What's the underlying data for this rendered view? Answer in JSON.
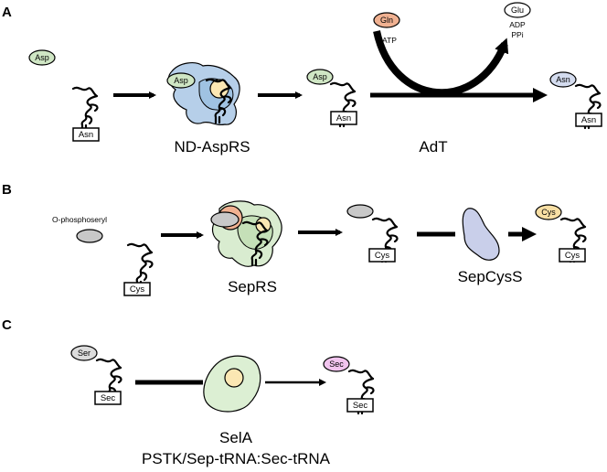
{
  "colors": {
    "asp_green": "#cfe6c4",
    "gln_orange": "#f0b191",
    "glu_white": "#ffffff",
    "asn_blue": "#d4dcef",
    "sep_gray": "#c8c8c8",
    "cys_yellow": "#f8dfa4",
    "ser_gray": "#dcdcdc",
    "sec_pink": "#f1c4ee",
    "ndasprs_blue": "#b6cfe9",
    "ndasprs_lightblue": "#9fc2e2",
    "sepRS_green": "#d9ecd0",
    "sepcyss_purple": "#c9cfea",
    "selA_green": "#dcefd3",
    "cofactor_yellow": "#fbe7b3"
  },
  "panelA": {
    "letter": "A",
    "free_aa": "Asp",
    "trna1_codon": "Asn",
    "enzyme_aa": "Asp",
    "enzyme_label": "ND-AspRS",
    "trna2_aa": "Asp",
    "trna2_codon": "Asn",
    "gln": "Gln",
    "atp": "ATP",
    "glu": "Glu",
    "adp": "ADP",
    "ppi": "PPi",
    "enzyme2_label": "AdT",
    "trna3_aa": "Asn",
    "trna3_codon": "Asn"
  },
  "panelB": {
    "letter": "B",
    "free_label": "O-phosphoseryl",
    "trna1_codon": "Cys",
    "enzyme_label": "SepRS",
    "trna2_codon": "Cys",
    "enzyme2_label": "SepCysS",
    "trna3_aa": "Cys",
    "trna3_codon": "Cys"
  },
  "panelC": {
    "letter": "C",
    "trna1_aa": "Ser",
    "trna1_codon": "Sec",
    "enzyme_label_line1": "SelA",
    "enzyme_label_line2": "PSTK/Sep-tRNA:Sec-tRNA",
    "trna2_aa": "Sec",
    "trna2_codon": "Sec"
  }
}
